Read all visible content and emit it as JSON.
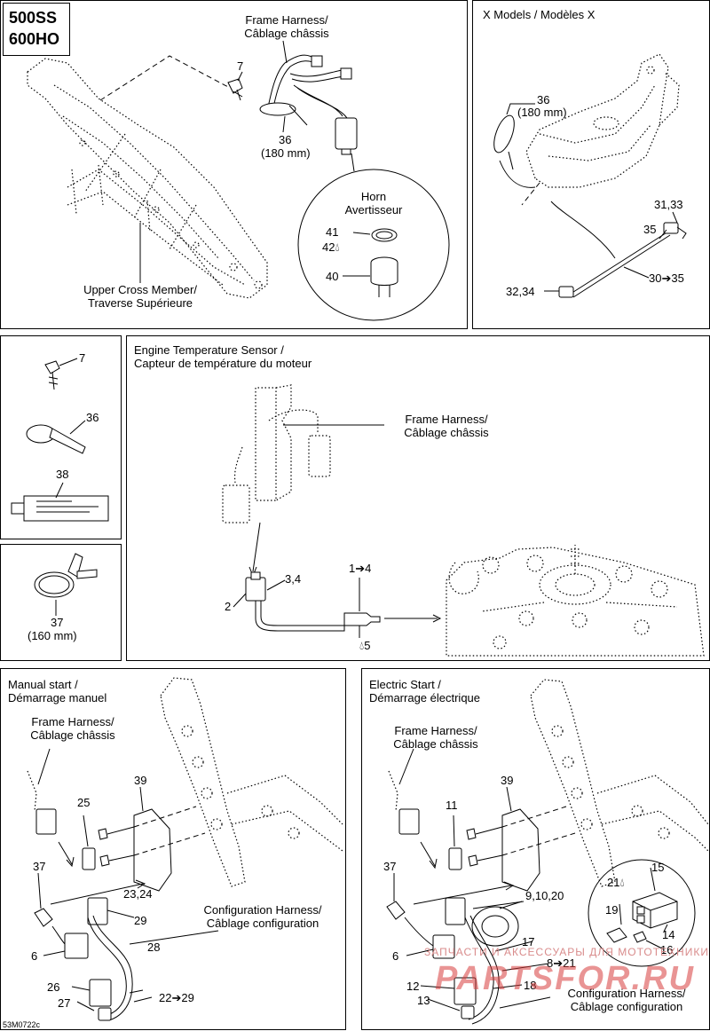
{
  "models": {
    "line1": "500SS",
    "line2": "600HO"
  },
  "p1": {
    "frame_harness": "Frame Harness/",
    "frame_harness_fr": "Câblage châssis",
    "n7": "7",
    "n36": "36",
    "n36_len": "(180 mm)",
    "horn": "Horn",
    "horn_fr": "Avertisseur",
    "n41": "41",
    "n42": "42",
    "n40": "40",
    "upper_cross": "Upper Cross Member/",
    "upper_cross_fr": "Traverse Supérieure"
  },
  "p2": {
    "title": "X Models / Modèles X",
    "n36": "36",
    "n36_len": "(180 mm)",
    "n31_33": "31,33",
    "n35": "35",
    "n30_35": "30➔35",
    "n32_34": "32,34"
  },
  "p3": {
    "n7": "7",
    "n36": "36",
    "n38": "38"
  },
  "p4": {
    "n37": "37",
    "n37_len": "(160 mm)"
  },
  "p5": {
    "title": "Engine Temperature Sensor /",
    "title_fr": "Capteur de température du moteur",
    "frame_harness": "Frame Harness/",
    "frame_harness_fr": "Câblage châssis",
    "n3_4": "3,4",
    "n2": "2",
    "n1_4": "1➔4",
    "n5": "5"
  },
  "p6": {
    "title": "Manual start /",
    "title_fr": "Démarrage manuel",
    "frame_harness": "Frame Harness/",
    "frame_harness_fr": "Câblage châssis",
    "n39": "39",
    "n25": "25",
    "n37": "37",
    "n23_24": "23,24",
    "n29": "29",
    "config": "Configuration Harness/",
    "config_fr": "Câblage configuration",
    "n28": "28",
    "n6": "6",
    "n26": "26",
    "n27": "27",
    "n22_29": "22➔29"
  },
  "p7": {
    "title": "Electric Start /",
    "title_fr": "Démarrage électrique",
    "frame_harness": "Frame Harness/",
    "frame_harness_fr": "Câblage châssis",
    "n39": "39",
    "n11": "11",
    "n37": "37",
    "n9_10_20": "9,10,20",
    "n21": "21",
    "n15": "15",
    "n19": "19",
    "n14": "14",
    "n16": "16",
    "n6": "6",
    "n17": "17",
    "n8_21": "8➔21",
    "n12": "12",
    "n18": "18",
    "n13": "13",
    "config": "Configuration Harness/",
    "config_fr": "Câblage configuration"
  },
  "code": "53M0722c",
  "watermark_small": "ЗАПЧАСТИ И АКСЕССУАРЫ ДЛЯ МОТОТЕХНИКИ",
  "watermark_big": "PARTSFOR.RU",
  "colors": {
    "line": "#000000",
    "watermark": "#d73c3c"
  }
}
